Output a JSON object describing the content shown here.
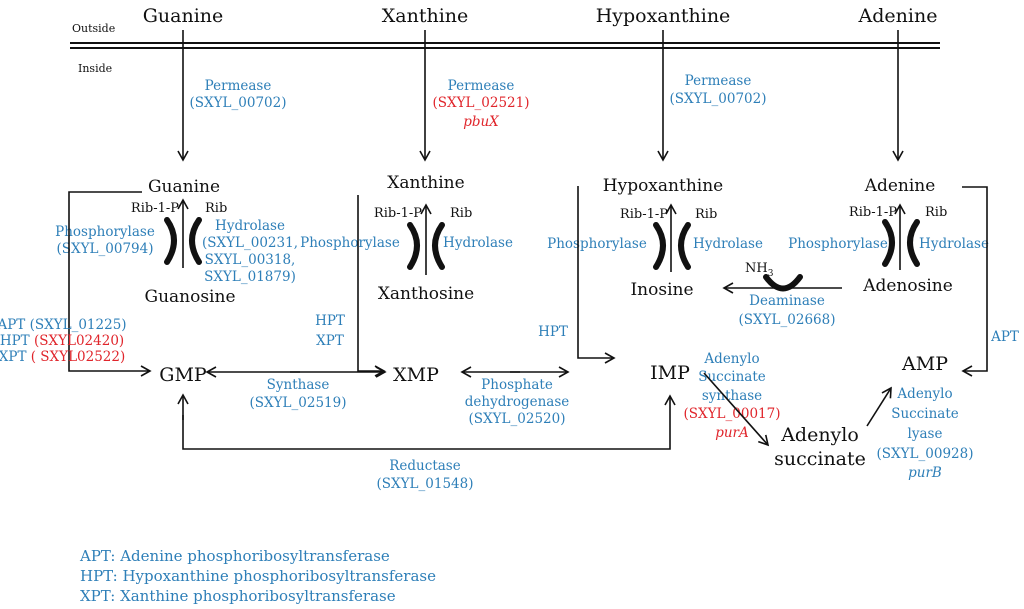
{
  "membrane": {
    "outside": "Outside",
    "inside": "Inside"
  },
  "top": {
    "guanine": "Guanine",
    "xanthine": "Xanthine",
    "hypoxanthine": "Hypoxanthine",
    "adenine": "Adenine"
  },
  "permease": {
    "guanine": {
      "name": "Permease",
      "id": "(SXYL_00702)"
    },
    "xanthine": {
      "name": "Permease",
      "id": "(SXYL_02521)",
      "gene": "pbuX"
    },
    "hypoxanthine": {
      "name": "Permease",
      "id": "(SXYL_00702)"
    }
  },
  "inner": {
    "guanine": "Guanine",
    "xanthine": "Xanthine",
    "hypoxanthine": "Hypoxanthine",
    "adenine": "Adenine",
    "guanosine": "Guanosine",
    "xanthosine": "Xanthosine",
    "inosine": "Inosine",
    "adenosine": "Adenosine"
  },
  "rib1p": "Rib-1-P",
  "rib": "Rib",
  "enzymes": {
    "phosphorylase": "Phosphorylase",
    "hydrolase": "Hydrolase",
    "guanine_phos_id": "(SXYL_00794)",
    "guanine_hyd_ids": [
      "(SXYL_00231,",
      "SXYL_00318,",
      "SXYL_01879)"
    ],
    "nh3": "NH",
    "nh3_sub": "3",
    "deaminase": "Deaminase",
    "deaminase_id": "(SXYL_02668)",
    "synthase": "Synthase",
    "synthase_id": "(SXYL_02519)",
    "phosphate": "Phosphate",
    "dehydrogenase": "dehydrogenase",
    "dehydrogenase_id": "(SXYL_02520)",
    "reductase": "Reductase",
    "reductase_id": "(SXYL_01548)",
    "ass": [
      "Adenylo",
      "Succinate",
      "synthase"
    ],
    "ass_id": "(SXYL_00017)",
    "ass_gene": "purA",
    "asl": [
      "Adenylo",
      "Succinate",
      "lyase",
      "(SXYL_00928)"
    ],
    "asl_gene": "purB",
    "left_transferases": [
      {
        "name": "APT",
        "id": "(SXYL_01225)",
        "id_color": "#2e7fb8"
      },
      {
        "name": "HPT",
        "id": "(SXYL02420)",
        "id_color": "#e0252b"
      },
      {
        "name": "XPT",
        "id": "( SXYL02522)",
        "id_color": "#e0252b"
      }
    ],
    "xanthine_transferases": [
      "HPT",
      "XPT"
    ],
    "hypoxanthine_transferase": "HPT",
    "adenine_transferase": "APT"
  },
  "nucleotides": {
    "gmp": "GMP",
    "xmp": "XMP",
    "imp": "IMP",
    "amp": "AMP",
    "adenylo": "Adenylo",
    "succinate": "succinate"
  },
  "legend": [
    "APT: Adenine phosphoribosyltransferase",
    "HPT: Hypoxanthine phosphoribosyltransferase",
    "XPT: Xanthine phosphoribosyltransferase"
  ],
  "colors": {
    "enzyme": "#2e7fb8",
    "gene_highlight": "#e0252b"
  }
}
